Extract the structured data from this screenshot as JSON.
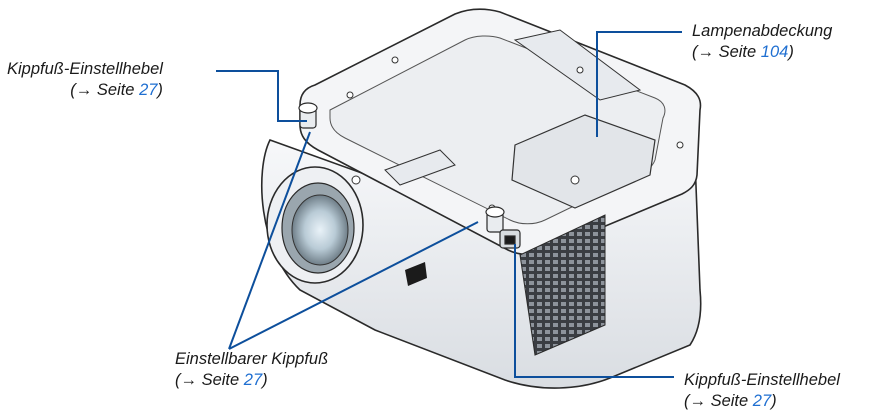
{
  "callouts": {
    "tilt_lever_left": {
      "label": "Kippfuß-Einstellhebel",
      "ref_prefix": "(→ Seite ",
      "page": "27",
      "ref_suffix": ")"
    },
    "lamp_cover": {
      "label": "Lampenabdeckung",
      "ref_prefix": "(→ Seite ",
      "page": "104",
      "ref_suffix": ")"
    },
    "adjustable_foot": {
      "label": "Einstellbarer Kippfuß",
      "ref_prefix": "(→ Seite ",
      "page": "27",
      "ref_suffix": ")"
    },
    "tilt_lever_right": {
      "label": "Kippfuß-Einstellhebel",
      "ref_prefix": "(→ Seite ",
      "page": "27",
      "ref_suffix": ")"
    }
  },
  "colors": {
    "leader_line": "#0d4f9c",
    "page_link": "#1f6fd1",
    "projector_body": "#f4f5f7",
    "projector_outline": "#2a2a2a"
  }
}
